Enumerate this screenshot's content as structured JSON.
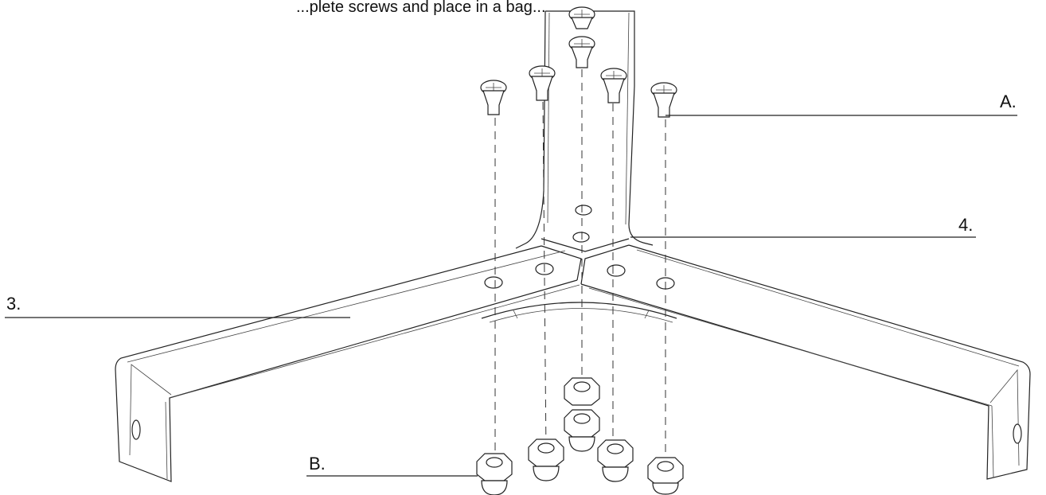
{
  "caption": "...plete screws and place in a bag...",
  "labels": {
    "a": "A.",
    "b": "B.",
    "three": "3.",
    "four": "4."
  },
  "parts": {
    "screws": 6,
    "nuts": 6
  }
}
